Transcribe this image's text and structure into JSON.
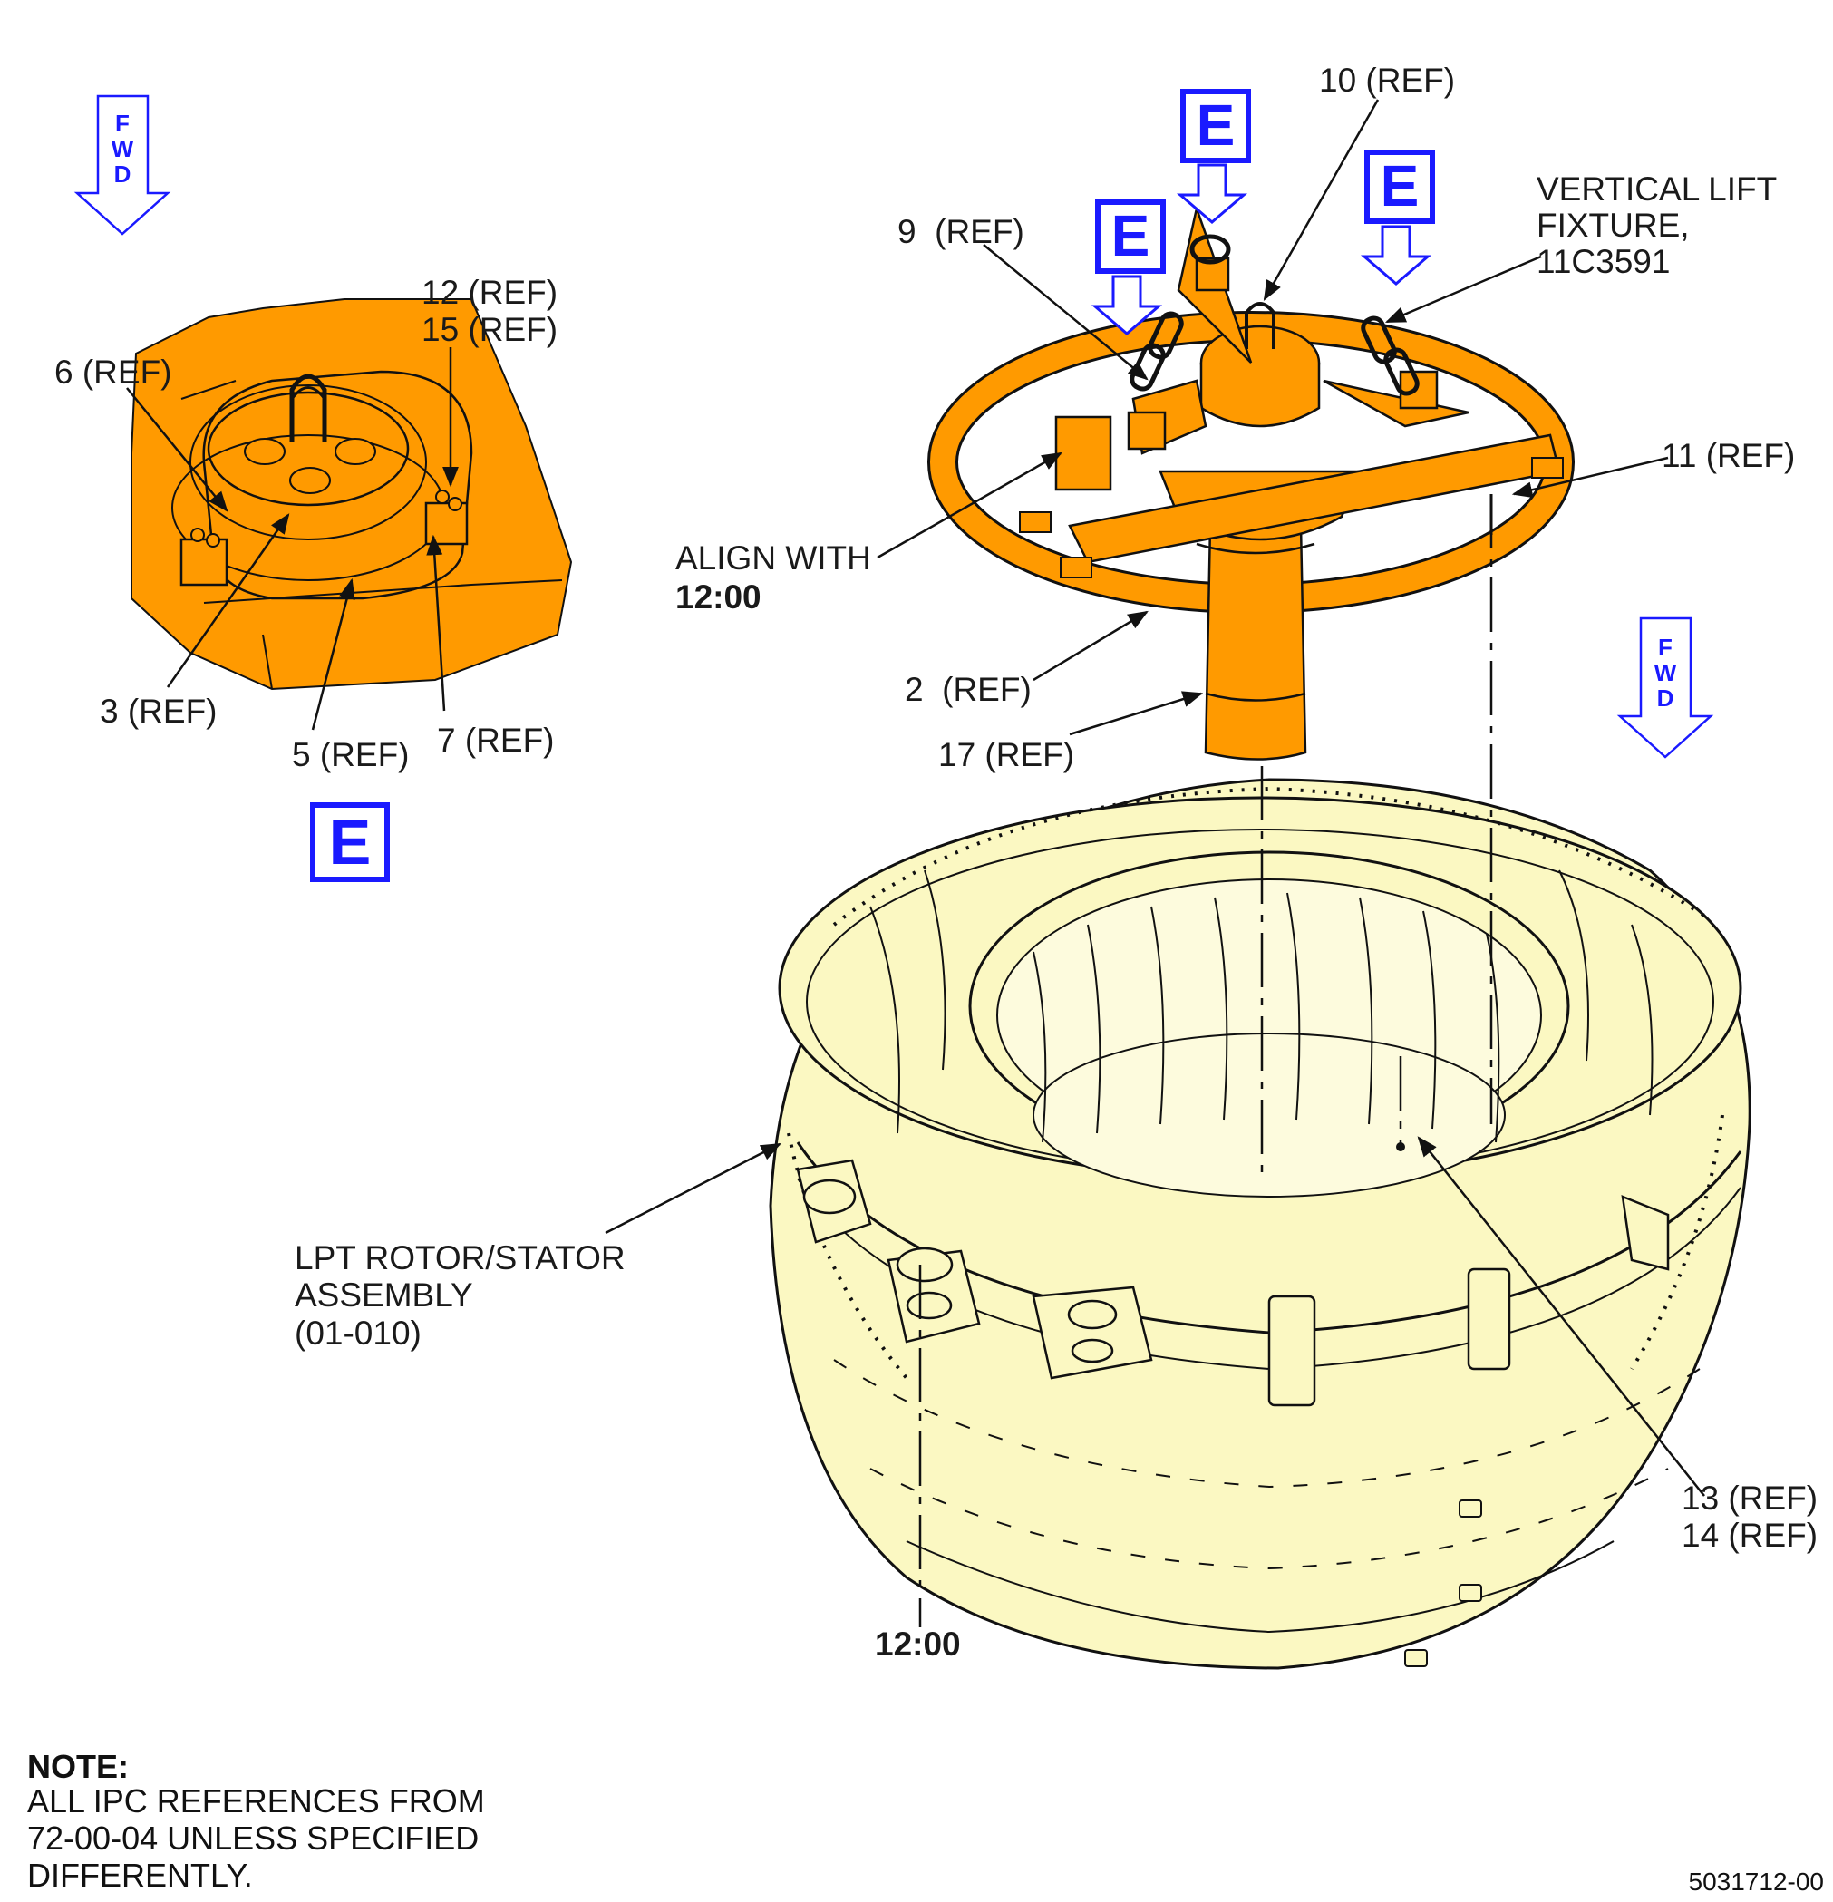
{
  "figure_id": "5031712-00",
  "note": {
    "title": "NOTE:",
    "body": "ALL IPC REFERENCES FROM\n72-00-04 UNLESS SPECIFIED\nDIFFERENTLY."
  },
  "detail_view": {
    "fwd_text": "F\nW\nD",
    "view_letter": "E",
    "labels": {
      "ref12": "12 (REF)",
      "ref15": "15 (REF)",
      "ref6": "6 (REF)",
      "ref3": "3 (REF)",
      "ref5": "5 (REF)",
      "ref7": "7 (REF)"
    }
  },
  "main_view": {
    "fwd_text": "F\nW\nD",
    "view_letter": "E",
    "labels": {
      "ref10": "10 (REF)",
      "ref9": "9  (REF)",
      "fixture_line1": "VERTICAL LIFT",
      "fixture_line2": "FIXTURE,",
      "fixture_line3": "11C3591",
      "ref11": "11 (REF)",
      "align_line1": "ALIGN WITH",
      "align_line2": "12:00",
      "ref2": "2  (REF)",
      "ref17": "17 (REF)",
      "assembly_line1": "LPT ROTOR/STATOR",
      "assembly_line2": "ASSEMBLY",
      "assembly_line3": "(01-010)",
      "ref13": "13 (REF)",
      "ref14": "14 (REF)",
      "clock": "12:00"
    }
  },
  "colors": {
    "fixture_orange": "#ff9a00",
    "assembly_yellow": "#fbf8c2",
    "callout_blue": "#1a1aff",
    "line_black": "#111111"
  }
}
